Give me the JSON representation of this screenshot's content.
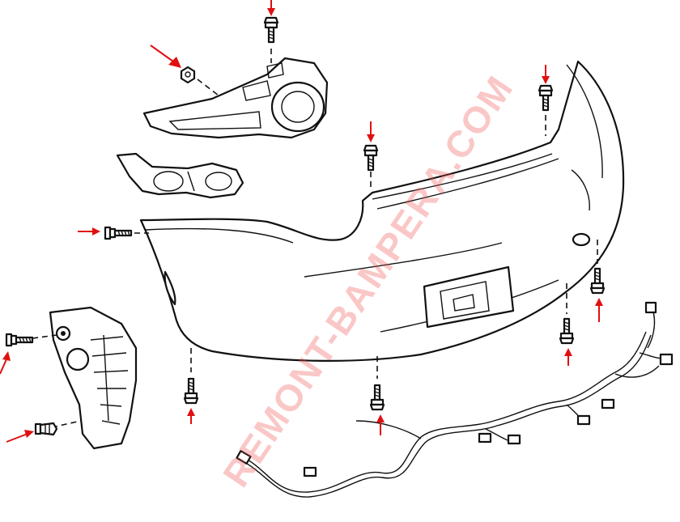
{
  "watermark": {
    "text": "REMONT-BAMPERA.COM",
    "color": "#e05050"
  },
  "colors": {
    "arrow": "#e01010",
    "line": "#111111",
    "background": "#ffffff"
  },
  "parts": [
    {
      "name": "rear-bumper-cover"
    },
    {
      "name": "fog-lamp-assembly"
    },
    {
      "name": "lamp-bracket"
    },
    {
      "name": "side-bracket"
    },
    {
      "name": "wiring-harness"
    }
  ],
  "fasteners": [
    {
      "name": "bolt-top-fog-lamp",
      "type": "bolt"
    },
    {
      "name": "nut-fog-lamp",
      "type": "nut"
    },
    {
      "name": "bolt-top-center",
      "type": "bolt"
    },
    {
      "name": "bolt-top-right",
      "type": "bolt"
    },
    {
      "name": "bolt-left-side",
      "type": "bolt"
    },
    {
      "name": "bolt-side-bracket",
      "type": "bolt"
    },
    {
      "name": "clip-side-bracket",
      "type": "clip"
    },
    {
      "name": "bolt-bottom-left",
      "type": "bolt"
    },
    {
      "name": "bolt-bottom-center",
      "type": "bolt"
    },
    {
      "name": "bolt-bottom-right",
      "type": "bolt"
    },
    {
      "name": "bolt-right-side",
      "type": "bolt"
    }
  ]
}
